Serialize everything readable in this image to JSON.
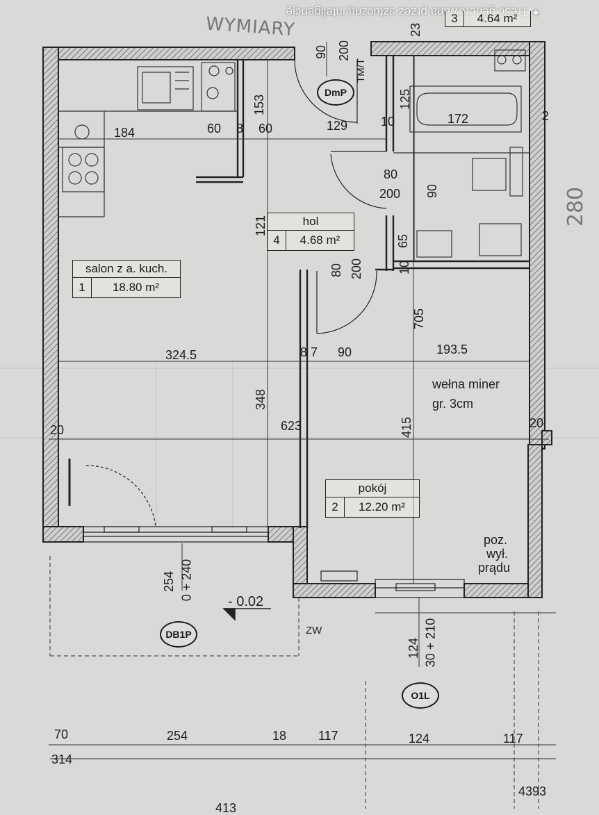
{
  "banner": "✦ Treść generowana przez sztuczną inteligencję",
  "handwritten": {
    "top": "WYMIARY",
    "right": "280"
  },
  "rooms": [
    {
      "name": "salon z a. kuch.",
      "number": "1",
      "area": "18.80 m²"
    },
    {
      "name": "hol",
      "number": "4",
      "area": "4.68 m²"
    },
    {
      "name": "pokój",
      "number": "2",
      "area": "12.20 m²"
    }
  ],
  "bathroom_tag": {
    "number": "3",
    "area": "4.64 m²"
  },
  "markers": {
    "dmp": "DmP",
    "db1p": "DB1P",
    "o1l": "O1L"
  },
  "notes": {
    "insulation_1": "wełna miner",
    "insulation_2": "gr. 3cm",
    "power_1": "poz.",
    "power_2": "wył.",
    "power_3": "prądu",
    "zw": "ZW",
    "level": "- 0.02",
    "tmt": "TM/T"
  },
  "dims": {
    "top_90": "90",
    "top_200": "200",
    "d23": "23",
    "d153": "153",
    "d125": "125",
    "d184": "184",
    "d60a": "60",
    "d8a": "8",
    "d60b": "60",
    "d129": "129",
    "d10a": "10",
    "d172": "172",
    "d2": "2",
    "d80a": "80",
    "d200a": "200",
    "d90v": "90",
    "d121": "121",
    "d65": "65",
    "d10b": "10",
    "d80b": "80",
    "d200b": "200",
    "d705": "705",
    "d324": "324.5",
    "d87": "8 7",
    "d90h": "90",
    "d193": "193.5",
    "d20l": "20",
    "d20r": "20",
    "d348": "348",
    "d623": "623",
    "d415": "415",
    "d254v": "254",
    "d0240": "0 + 240",
    "d124v": "124",
    "d30210": "30 + 210",
    "b70": "70",
    "b254": "254",
    "b18": "18",
    "b117a": "117",
    "b124": "124",
    "b117b": "117",
    "b314": "314",
    "b4393": "4393",
    "b413": "413"
  }
}
